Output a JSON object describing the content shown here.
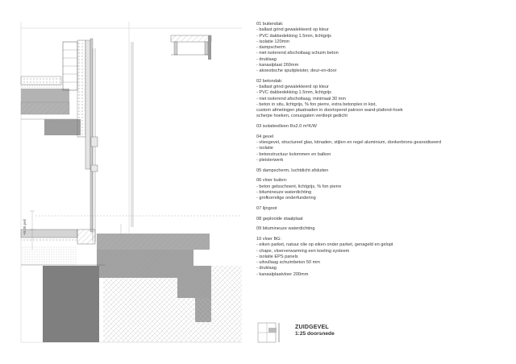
{
  "legend": [
    {
      "title": "01 buitendak:",
      "items": [
        "- ballast grind gewalekteerd op kleur",
        "- PVC dakbedekking 1.5mm, lichtgrijs",
        "- isolatie 120mm",
        "- dampscherm",
        "- niet isolerend afschotlaag schuim beton",
        "- druklaag",
        "- kanaalplaat 260mm",
        "- akoestische spuitpleister, deur-en-door"
      ]
    },
    {
      "title": "02 betondak:",
      "items": [
        "- ballast grind gewalekteerd op kleur",
        "- PVC dakbedekking 1.5mm, lichtgrijs",
        "- niet isolerend afschotlaag, minimaal 30 mm",
        "- beton in situ, lichtgrijs, % fon pierre, extra betonplex in kist,",
        "  custom afmetingen plaatnaden in doorlopend patroon wand-plafond-hoek",
        "  scherpe hoeken, conusgaten verdiept gedicht"
      ]
    },
    {
      "title": "03 isolatieelleen Rs2.0 m²K/W",
      "items": []
    },
    {
      "title": "04 gevel",
      "items": [
        "- vliesgevel, structureel glas, kitnaden, stijlen en regel aluminium, donkerbrons geanodiseerd",
        "- isolatie",
        "- betonstructuur kolommen en balkon",
        "- pleisterwerk"
      ]
    },
    {
      "title": "05 dampscherm, luchtdicht afsluiten",
      "items": []
    },
    {
      "title": "06 vloer buiten:",
      "items": [
        "- beton gelsschoent, lichtgrijs, % fon pierre",
        "- bitumineuze waterdichting",
        "- grofkorrelige onderfundering"
      ]
    },
    {
      "title": "07 lijngoot",
      "items": []
    },
    {
      "title": "08 geplooide staalplaat",
      "items": []
    },
    {
      "title": "09 bitumineuze waterdichting",
      "items": []
    },
    {
      "title": "10 vloer BG:",
      "items": [
        "- eiken parket, natuur olie op eiken onder parket, genageld en gelopt",
        "- chape, vloerverwarming een koeling systeem",
        "- isolatie EPS panels",
        "- uitvullaag schuimbeton 50 mm",
        "- druklaag",
        "- kanaalplaatvloer 200mm"
      ]
    }
  ],
  "title_block": {
    "title": "ZUIDGEVEL",
    "scale": "1:25 doorsnede"
  },
  "drawing": {
    "level_label": "+0.00 peil",
    "colors": {
      "concrete": "#a9a9a9",
      "soil_dark": "#7d7d7d",
      "line": "#4a4a4a",
      "glass": "#dcdcdc"
    }
  }
}
